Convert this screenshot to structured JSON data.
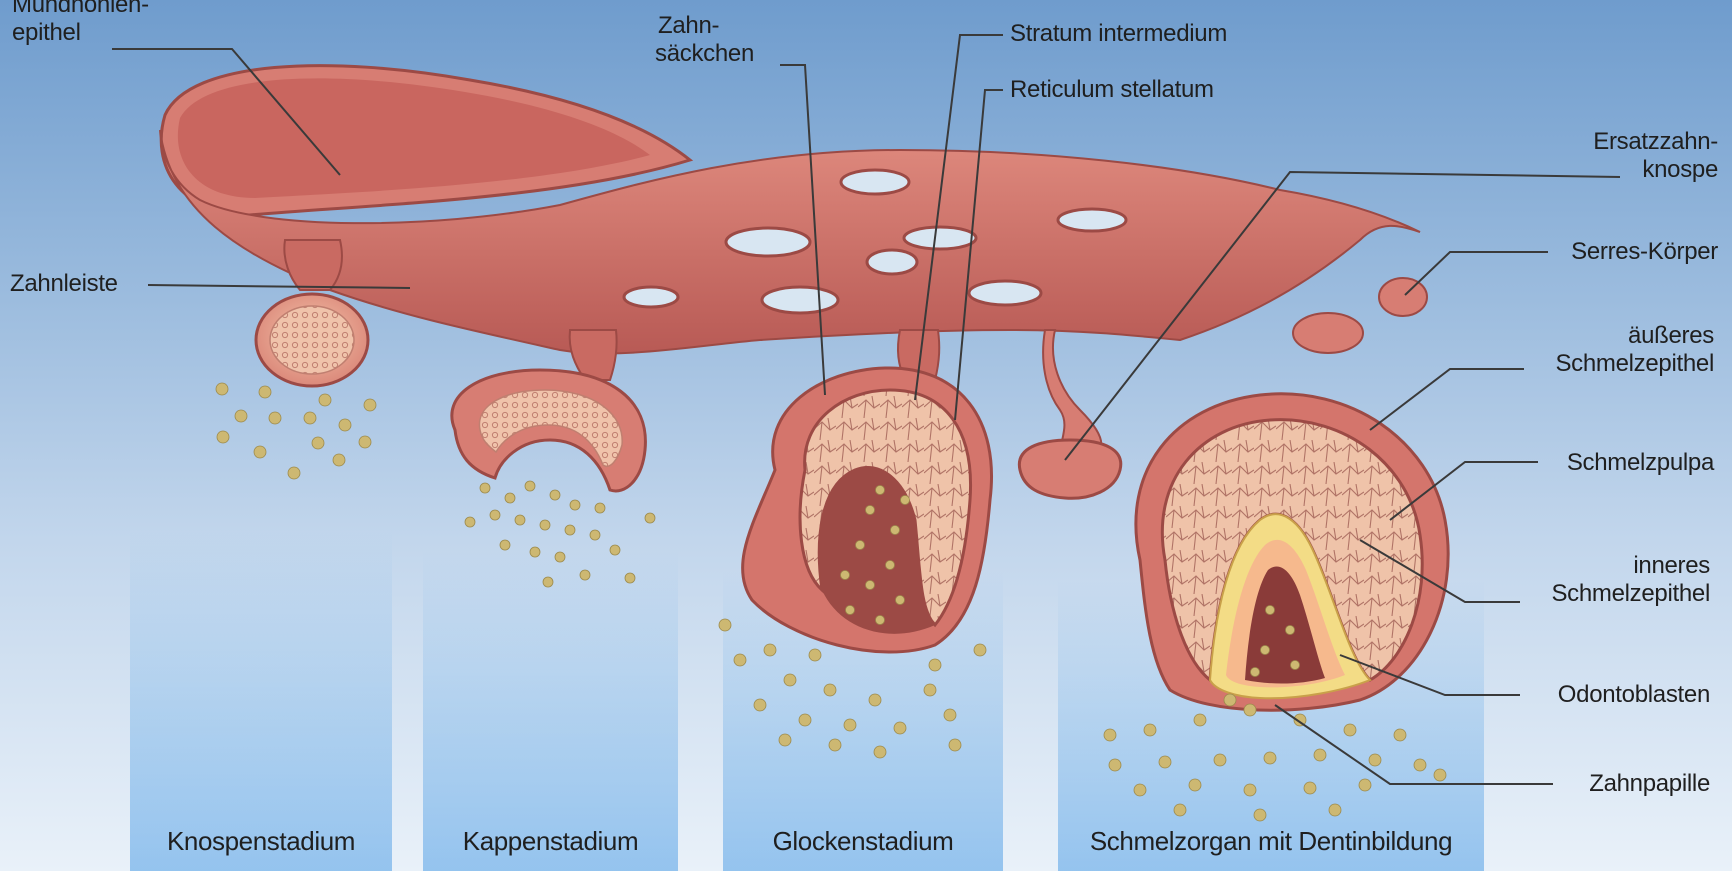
{
  "labels": {
    "mundhoehlen_1": "Mundhöhlen-",
    "mundhoehlen_2": "epithel",
    "zahnleiste": "Zahnleiste",
    "zahnsaeckchen_1": "Zahn-",
    "zahnsaeckchen_2": "säckchen",
    "stratum": "Stratum intermedium",
    "reticulum": "Reticulum stellatum",
    "ersatz_1": "Ersatzzahn-",
    "ersatz_2": "knospe",
    "serres": "Serres-Körper",
    "aeusseres_1": "äußeres",
    "aeusseres_2": "Schmelzepithel",
    "schmelzpulpa": "Schmelzpulpa",
    "inneres_1": "inneres",
    "inneres_2": "Schmelzepithel",
    "odontoblasten": "Odontoblasten",
    "zahnpapille": "Zahnpapille"
  },
  "stages": [
    "Knospenstadium",
    "Kappenstadium",
    "Glockenstadium",
    "Schmelzorgan mit Dentinbildung"
  ],
  "colors": {
    "tissue": "#c96a62",
    "tissue_light": "#e9a397",
    "tissue_dark": "#9c4a45",
    "pulp": "#efc6ad",
    "enamel": "#f3dc86",
    "cells": "#c9b56f"
  }
}
